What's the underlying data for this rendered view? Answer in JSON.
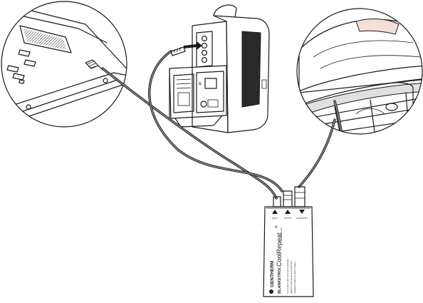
{
  "device": {
    "brand": "GENTHERM",
    "sub_brand": "BLANKETROL",
    "product": "CoolRepeat",
    "trademark": "®",
    "small_print_lines": [
      "Lorem ipsum dolor sit amet consectetur",
      "adipiscing elit sed do eiusmod tempor",
      "incididunt ut labore et dolore magna"
    ],
    "side_text": "Lorem ipsum dolor"
  },
  "port_arrows": [
    "up-arrow-icon",
    "up-arrow-icon",
    "down-arrow-icon"
  ],
  "port_labels": [
    "INPUT",
    "OUTPUT",
    "ACCESSORY"
  ],
  "monitor_logo": "G",
  "colors": {
    "ink": "#1a1a1a",
    "cable": "#8a8a8a",
    "skin": "#f3ded8"
  }
}
